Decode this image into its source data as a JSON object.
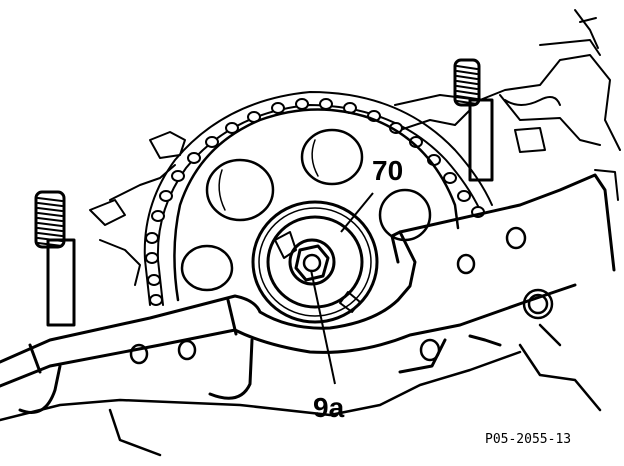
{
  "diagram": {
    "callouts": [
      {
        "id": "70",
        "label": "70"
      },
      {
        "id": "9a",
        "label": "9a"
      }
    ],
    "figure_id": "P05-2055-13"
  },
  "colors": {
    "ink": "#000000",
    "paper": "#ffffff"
  }
}
